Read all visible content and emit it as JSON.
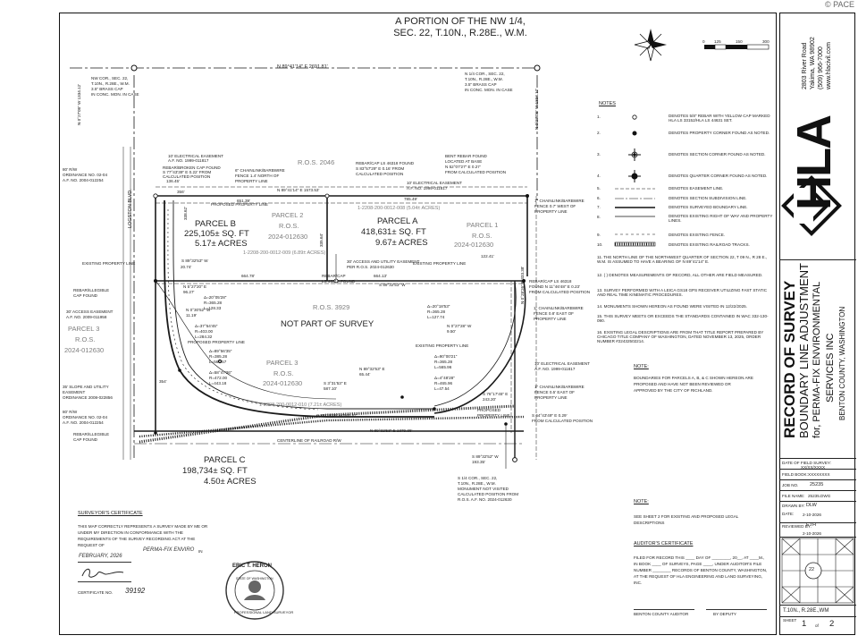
{
  "watermark": "© PACE",
  "header": {
    "line1": "A PORTION OF THE NW 1/4,",
    "line2": "SEC. 22, T.10N., R.28E., W.M."
  },
  "scale": {
    "t0": "0",
    "t1": "125",
    "t2": "150",
    "t3": "300"
  },
  "bearings": {
    "north_top": "N 89°41'14\" E 2691.81'",
    "nw_cor": [
      "NW COR., SEC. 22,",
      "T.10N., R.28E., W.M.",
      "3.5\" BRASS CAP",
      "IN CONC. MON. IN CASE"
    ],
    "n14_cor": [
      "N 1/4 COR., SEC. 22,",
      "T.10N., R.28E., W.M.",
      "3.5\" BRASS CAP",
      "IN CONC. MON. IN CASE"
    ],
    "east_line": "N 0°27'08\" W 1334.12'",
    "west_line": "N 0°27'08\" W 1334.12'",
    "ros_2046": "R.O.S. 2046",
    "elec_ease_1": [
      "10' ELECTRICAL EASEMENT",
      "A.F. NO. 1999-011817"
    ],
    "rebar_broken": [
      "REBAR/BROKEN CAP FOUND",
      "S 77°43'39\" E 0.22' FROM",
      "CALCULATED POSITION"
    ],
    "chainlink_1": [
      "6\" CHAINLINK/BARBWIRE",
      "FENCE 1.4' NORTH OF",
      "PROPERTY LINE"
    ],
    "rebar_cap_1": [
      "REBAR/CAP LS 46318 FOUND",
      "S 83°57'29\" E 0.16' FROM",
      "CALCULATED POSITION"
    ],
    "bent_rebar": [
      "BENT REBAR FOUND",
      "LOCATED AT BASE",
      "N 52°07'27\" E 0.27'",
      "FROM CALCULATED POSITION"
    ],
    "elec_ease_2": [
      "10' ELECTRICAL EASEMENT",
      "A.F. NO. 1999-011817"
    ],
    "n_line_mid": "N 89°41'14\" E 1573.53'",
    "proposed_pl": "PROPOSED PROPERTY LINE",
    "rw_80": [
      "80' R/W",
      "ORDINANCE NO. 02-04",
      "A.F. NO. 2004-012254"
    ],
    "logston": "LOGSTON BLVD.",
    "d_1364": "136.45'",
    "d_651": "651.39'",
    "d_785": "785.49'",
    "d_356": "356'",
    "d_20_74": "20.74'",
    "d_664": "664.78'",
    "d_664b": "664.13'",
    "d_122": "122.41'",
    "chainlink_2": [
      "1\" CHAINLINK/BARBWIRE",
      "FENCE 0.7' WEST OF",
      "PROPERTY LINE"
    ],
    "parcel_num_1": "1-2208-200-0012-008 (5.04± ACRES)",
    "parcel_num_2": "1-2208-200-0012-009 (6.89± ACRES)",
    "parcel_num_3": "1-2208-200-0012-010 (7.21± ACRES)",
    "existing_pl_1": "EXISTING PROPERTY LINE",
    "existing_pl_2": "EXISTING PROPERTY LINE",
    "access_30": [
      "30' ACCESS AND UTILITY EASEMENT",
      "PER R.O.S. 2024-012630"
    ],
    "s89_1": "S 89°32'53\" W",
    "s89_2": "S 89°32'53\" W",
    "rebar_cap_2": [
      "REBAR/CAP",
      "LS 46318 FOUND"
    ],
    "rebar_cap_3": [
      "REBAR/CAP LS 46318",
      "FOUND N 11°46'48\" E 0.23'",
      "FROM CALCULATED POSITION"
    ],
    "rebar_illegible_1": [
      "REBAR/ILLEGIBLE",
      "CAP FOUND"
    ],
    "access_30b": [
      "30' ACCESS EASEMENT",
      "A.F. NO. 2009-011958"
    ],
    "chainlink_3": [
      "1\" CHAINLINK/BARBWIRE",
      "FENCE 0.8' EAST OF",
      "PROPERTY LINE"
    ],
    "curve_1": [
      "N 5°27'20\" E",
      "96.27'"
    ],
    "curve_2": [
      "Δ=20°05'28\"",
      "R=365.28",
      "L=128.33"
    ],
    "curve_3": [
      "N 0°30'52\" W",
      "11.19'"
    ],
    "curve_4": [
      "Δ=37°54'45\"",
      "R=403.00",
      "L=284.32"
    ],
    "curve_5": [
      "Δ=89°56'35\"",
      "R=385.28",
      "L=565.57"
    ],
    "curve_6": [
      "Δ=58°47'36\"",
      "R=472.00",
      "L=443.18"
    ],
    "curve_7": [
      "Δ=20°18'53\"",
      "R=365.28",
      "L=127.74"
    ],
    "curve_8": [
      "N 0°27'28\" W",
      "9.50'"
    ],
    "curve_9": [
      "Δ=90°00'21\"",
      "R=365.28",
      "L=565.96"
    ],
    "curve_10": [
      "Δ=4°48'28\"",
      "R=465.96",
      "L=47.54"
    ],
    "curve_11": [
      "N 89°32'53\" E",
      "65.44'"
    ],
    "curve_12": [
      "S 3°31'53\" E",
      "587.10'"
    ],
    "curve_13": [
      "S 76°17'45\" E",
      "243.20'"
    ],
    "d_354": "354'",
    "elec_ease_3": [
      "10' ELECTRICAL EASEMENT",
      "A.F. NO. 1999-011817"
    ],
    "chainlink_4": [
      "1\" CHAINLINK/BARBWIRE",
      "FENCE 0.5' EAST OF",
      "PROPERTY LINE"
    ],
    "slope_35": [
      "35' SLOPE AND UTILITY",
      "EASEMENT",
      "ORDINANCE 2008-022856"
    ],
    "rw_80b": [
      "80' R/W",
      "ORDINANCE NO. 02-04",
      "A.F. NO. 2004-012254"
    ],
    "rebar_illegible_2": [
      "REBAR/ILLEGIBLE",
      "CAP FOUND"
    ],
    "s89_3": "S 89°29'46\" W 565.87'",
    "s64": [
      "S 64°43'49\" E 0.29'",
      "FROM CALCULATED POSITION"
    ],
    "proposed_pl_2": [
      "PROPOSED",
      "PROPERTY LINE"
    ],
    "existing_pl_3": "EXISTING PROPERTY LINE",
    "n89_bottom": "N 89°32'53\" E 1379.36'",
    "railroad": "CENTERLINE OF RAILROAD R/W",
    "s89_4": [
      "S 89°32'52\" W",
      "193.35'"
    ],
    "s14_cor": [
      "S 1/4 COR., SEC. 22,",
      "T.10N., R.28E., W.M.",
      "MONUMENT NOT VISITED",
      "CALCULATED POSITION FROM",
      "R.O.S. A.F. NO. 2024-012630"
    ],
    "n0_line": "N 0°28'26\" E 333.38'",
    "d_338": "338.62'",
    "d_335": "335.64'"
  },
  "parcels": {
    "b": [
      "PARCEL B",
      "225,105± SQ. FT",
      "5.17± ACRES"
    ],
    "a": [
      "PARCEL A",
      "418,631± SQ. FT",
      "9.67± ACRES"
    ],
    "c": [
      "PARCEL C",
      "198,734± SQ. FT",
      "4.50± ACRES"
    ],
    "p2": [
      "PARCEL 2",
      "R.O.S.",
      "2024-012630"
    ],
    "p1": [
      "PARCEL 1",
      "R.O.S.",
      "2024-012630"
    ],
    "p3_left": [
      "PARCEL 3",
      "R.O.S.",
      "2024-012630"
    ],
    "p3_mid": [
      "PARCEL 3",
      "R.O.S.",
      "2024-012630"
    ],
    "ros_3929": "R.O.S. 3929",
    "not_part": "NOT PART OF SURVEY"
  },
  "notes": {
    "title": "NOTES",
    "items": [
      {
        "n": "1.",
        "text": "DENOTES 5/8\" REBAR WITH YELLOW CAP MARKED HLA LS 33152/HLA LS 44631 SET."
      },
      {
        "n": "2.",
        "text": "DENOTES PROPERTY CORNER FOUND AS NOTED."
      },
      {
        "n": "3.",
        "text": "DENOTES SECTION CORNER FOUND AS NOTED."
      },
      {
        "n": "4.",
        "text": "DENOTES QUARTER CORNER FOUND AS NOTED."
      },
      {
        "n": "5.",
        "text": "DENOTES EASEMENT LINE."
      },
      {
        "n": "6.",
        "text": "DENOTES SECTION SUBDIVISION LINE."
      },
      {
        "n": "7.",
        "text": "DENOTES SURVEYED BOUNDARY LINE."
      },
      {
        "n": "8.",
        "text": "DENOTES EXISTING RIGHT OF WAY AND PROPERTY LINES."
      },
      {
        "n": "9.",
        "text": "DENOTES EXISTING FENCE."
      },
      {
        "n": "10.",
        "text": "DENOTES EXISTING RAILROAD TRACKS."
      }
    ],
    "n11": "11. THE NORTH LINE OF THE NORTHWEST QUARTER OF SECTION 22, T 09 N., R 28 E., W.M. IS ASSUMED TO HAVE A BEARING OF N 89°41'14\" E.",
    "n12": "12. ( ) DENOTES MEASUREMENTS OF RECORD, ALL OTHER ARE FIELD MEASURED.",
    "n13": "13. SURVEY PERFORMED WITH A LEICA GS18 GPS RECEIVER UTILIZING FAST STATIC AND REAL TIME KINEMATIC PROCEDURES.",
    "n14": "14. MONUMENTS SHOWN HEREON AS FOUND WERE VISITED IN 12/22/2025.",
    "n15": "15. THIS SURVEY MEETS OR EXCEEDS THE STANDARDS CONTAINED IN WAC 332-130-090.",
    "n16": "16. EXISTING LEGAL DESCRIPTIONS ARE FROM THAT TITLE REPORT PREPARED BY CHICAGO TITLE COMPANY OF WASHINGTON, DATED NOVEMBER 13, 2025, ORDER NUMBER #22432502214."
  },
  "note_boundaries": {
    "title": "NOTE:",
    "text": "BOUNDARIES FOR PARCELS A, B, & C SHOWN HEREON ARE PROPOSED AND HAVE NOT BEEN REVIEWED OR APPROVED BY THE CITY OF RICHLAND."
  },
  "note_sheet2": {
    "title": "NOTE:",
    "text": "SEE SHEET 2 FOR EXISTING AND PROPOSED LEGAL DESCRIPTIONS"
  },
  "auditor": {
    "title": "AUDITOR'S CERTIFICATE",
    "text": "FILED FOR RECORD THIS ____ DAY OF ________, 20__, AT ____M., IN BOOK ____ OF SURVEYS, PAGE ____, UNDER AUDITOR'S FILE NUMBER ________ RECORDS OF BENTON COUNTY, WASHINGTON, AT THE REQUEST OF HLA ENGINEERING AND LAND SURVEYING, INC.",
    "sig1": "BENTON COUNTY AUDITOR",
    "sig2": "BY DEPUTY"
  },
  "surveyor": {
    "title": "SURVEYOR'S CERTIFICATE",
    "text": "THIS MAP CORRECTLY REPRESENTS A SURVEY MADE BY ME OR UNDER MY DIRECTION IN CONFORMANCE WITH THE REQUIREMENTS OF THE SURVEY RECORDING ACT AT THE REQUEST OF",
    "request_hand": "PERMA-FIX ENVIRO",
    "in_label": "IN",
    "date_hand": "FEBRUARY, 2026",
    "cert_label": "CERTIFICATE NO.",
    "cert_no": "39192",
    "seal_name": "ERIC T. HERON",
    "seal_state": "STATE OF WASHINGTON",
    "seal_bottom": "PROFESSIONAL LAND SURVEYOR"
  },
  "company": {
    "logo": "HLA",
    "address": [
      "2803 River Road",
      "Yakima, WA 98902",
      "(509) 966-7000",
      "www.hlacivil.com"
    ]
  },
  "title_block": {
    "line1": "RECORD OF SURVEY",
    "line2": "BOUNDARY LINE ADJUSTMENT",
    "line3": "for, PERMA-FIX ENVIRONMENTAL",
    "line4": "SERVICES INC",
    "line5": "BENTON COUNTY, WASHINGTON"
  },
  "info": {
    "date_field_label": "DATE OF FIELD SURVEY:",
    "date_field_value": "XX/XX/XXXX",
    "field_book_label": "FIELD BOOK:",
    "field_book_value": "XXXXXXXX",
    "job_label": "JOB NO.",
    "job_value": "25235",
    "file_label": "FILE NAME:",
    "file_value": "25235.DWG",
    "drawn_label": "DRAWN BY:",
    "drawn_value": "DLW",
    "drawn_date_label": "DATE:",
    "drawn_date": "2-10-2026",
    "reviewed_label": "REVIEWED BY:",
    "reviewed_value": "ETH",
    "reviewed_date": "2-10-2026",
    "section": "22",
    "township": "T.10N., R.28E.,WM",
    "sheet_label": "SHEET",
    "sheet_no": "1",
    "of_label": "of",
    "sheet_total": "2"
  },
  "colors": {
    "line": "#1a1a1a",
    "gray_text": "#7d7d7d",
    "paper": "#ffffff"
  }
}
